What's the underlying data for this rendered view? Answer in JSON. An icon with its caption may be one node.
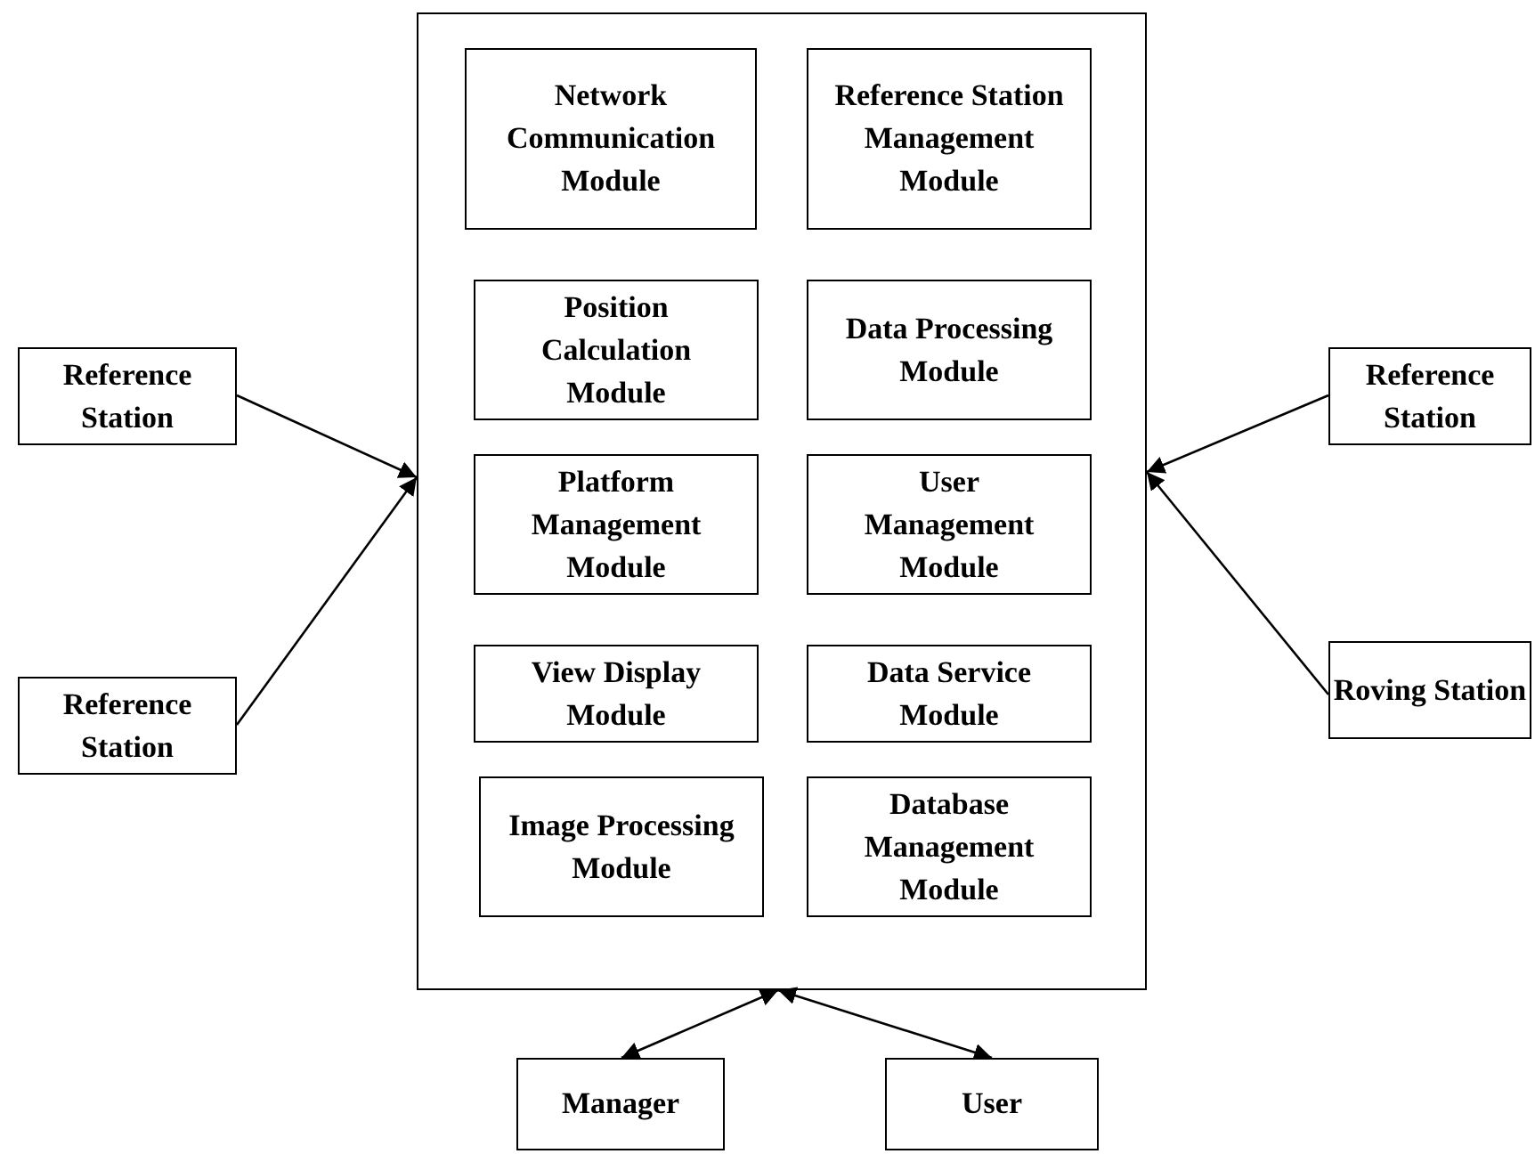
{
  "diagram": {
    "nodes": [
      {
        "text": [],
        "shape": "box"
      },
      {
        "text": [
          "Network Communication Module"
        ],
        "in": 0
      },
      {
        "text": [
          "Reference Station Management Module"
        ],
        "in": 0
      },
      {
        "text": [
          "Position Calculation Module"
        ],
        "in": 0
      },
      {
        "text": [
          "Data Processing Module"
        ],
        "in": 0
      },
      {
        "text": [
          "Platform Management Module"
        ],
        "in": 0
      },
      {
        "text": [
          "User Management Module"
        ],
        "in": 0
      },
      {
        "text": [
          "View Display Module"
        ],
        "in": 0
      },
      {
        "text": [
          "Data Service Module"
        ],
        "in": 0
      },
      {
        "text": [
          "Image Processing Module"
        ],
        "in": 0
      },
      {
        "text": [
          "Database Management Module"
        ],
        "in": 0
      },
      {
        "text": [
          "Reference Station"
        ]
      },
      {
        "text": [
          "Reference Station"
        ]
      },
      {
        "text": [
          "Reference Station"
        ]
      },
      {
        "text": [
          "Roving Station"
        ]
      },
      {
        "text": [
          "Manager"
        ]
      },
      {
        "text": [
          "User"
        ]
      }
    ],
    "edges": [
      {
        "from": 11,
        "to": 0,
        "arrow": "to"
      },
      {
        "from": 12,
        "to": 0,
        "arrow": "to"
      },
      {
        "from": 13,
        "to": 0,
        "arrow": "to"
      },
      {
        "from": 14,
        "to": 0,
        "arrow": "to"
      },
      {
        "from": 15,
        "to": 0,
        "arrow": "both"
      },
      {
        "from": 16,
        "to": 0,
        "arrow": "both"
      }
    ]
  }
}
